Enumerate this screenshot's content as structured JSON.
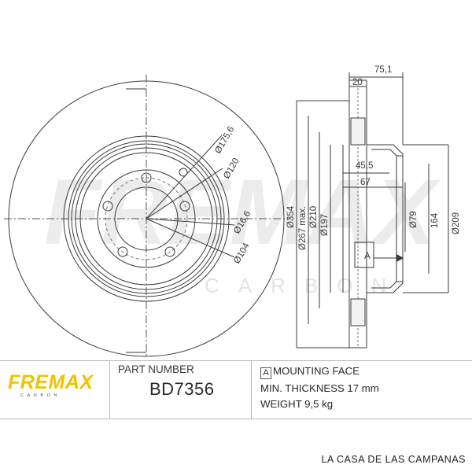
{
  "drawing": {
    "watermark_brand": "FREMAX",
    "watermark_sub": "CARBON",
    "face_dimensions": {
      "d1": "Ø175,6",
      "d2": "Ø120",
      "d3": "Ø16,6",
      "d4": "Ø104"
    },
    "section_dimensions": {
      "overall_width": "75,1",
      "hat_offset": "20",
      "hub_bore_height": "45,5",
      "hat_depth": "67",
      "outer_diameter": "Ø354",
      "min_diameter": "Ø267 max.",
      "d210": "Ø210",
      "d197": "Ø197",
      "d79": "Ø79",
      "h164": "164",
      "d209": "Ø209"
    },
    "mounting_face_marker": "A"
  },
  "footer": {
    "logo_word": "FREMAX",
    "logo_sub": "CARBON",
    "part_number_label": "PART NUMBER",
    "part_number": "BD7356",
    "marker": "A",
    "mounting_face": "MOUNTING FACE",
    "min_thickness": "MIN. THICKNESS 17 mm",
    "weight": "WEIGHT 9,5 kg"
  },
  "shop_name": "LA CASA DE LAS CAMPANAS",
  "colors": {
    "line": "#3a3a3a",
    "brand_yellow": "#f2c200",
    "watermark": "#e9e9e9"
  }
}
